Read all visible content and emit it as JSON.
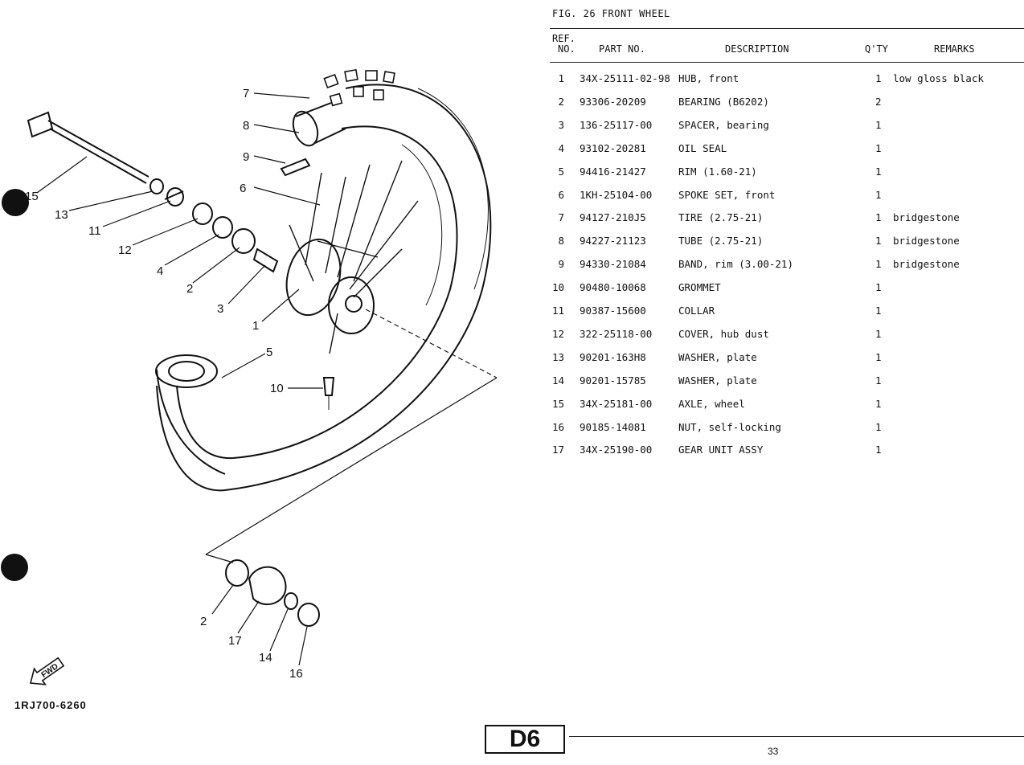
{
  "figure": {
    "title": "FIG. 26  FRONT WHEEL"
  },
  "table": {
    "headers": {
      "ref_line1": "REF.",
      "ref_line2": "NO.",
      "part_no": "PART NO.",
      "description": "DESCRIPTION",
      "qty": "Q'TY",
      "remarks": "REMARKS"
    },
    "rows": [
      {
        "ref": "1",
        "part": "34X-25111-02-98",
        "desc": "HUB, front",
        "qty": "1",
        "remarks": "low gloss black"
      },
      {
        "ref": "2",
        "part": "93306-20209",
        "desc": "BEARING (B6202)",
        "qty": "2",
        "remarks": ""
      },
      {
        "ref": "3",
        "part": "136-25117-00",
        "desc": "SPACER, bearing",
        "qty": "1",
        "remarks": ""
      },
      {
        "ref": "4",
        "part": "93102-20281",
        "desc": "OIL SEAL",
        "qty": "1",
        "remarks": ""
      },
      {
        "ref": "5",
        "part": "94416-21427",
        "desc": "RIM (1.60-21)",
        "qty": "1",
        "remarks": ""
      },
      {
        "ref": "6",
        "part": "1KH-25104-00",
        "desc": "SPOKE SET, front",
        "qty": "1",
        "remarks": ""
      },
      {
        "ref": "7",
        "part": "94127-210J5",
        "desc": "TIRE (2.75-21)",
        "qty": "1",
        "remarks": "bridgestone"
      },
      {
        "ref": "8",
        "part": "94227-21123",
        "desc": "TUBE (2.75-21)",
        "qty": "1",
        "remarks": "bridgestone"
      },
      {
        "ref": "9",
        "part": "94330-21084",
        "desc": "BAND, rim (3.00-21)",
        "qty": "1",
        "remarks": "bridgestone"
      },
      {
        "ref": "10",
        "part": "90480-10068",
        "desc": "GROMMET",
        "qty": "1",
        "remarks": ""
      },
      {
        "ref": "11",
        "part": "90387-15600",
        "desc": "COLLAR",
        "qty": "1",
        "remarks": ""
      },
      {
        "ref": "12",
        "part": "322-25118-00",
        "desc": "COVER, hub dust",
        "qty": "1",
        "remarks": ""
      },
      {
        "ref": "13",
        "part": "90201-163H8",
        "desc": "WASHER, plate",
        "qty": "1",
        "remarks": ""
      },
      {
        "ref": "14",
        "part": "90201-15785",
        "desc": "WASHER, plate",
        "qty": "1",
        "remarks": ""
      },
      {
        "ref": "15",
        "part": "34X-25181-00",
        "desc": "AXLE, wheel",
        "qty": "1",
        "remarks": ""
      },
      {
        "ref": "16",
        "part": "90185-14081",
        "desc": "NUT, self-locking",
        "qty": "1",
        "remarks": ""
      },
      {
        "ref": "17",
        "part": "34X-25190-00",
        "desc": "GEAR UNIT ASSY",
        "qty": "1",
        "remarks": ""
      }
    ]
  },
  "diagram": {
    "callouts": [
      "7",
      "8",
      "9",
      "6",
      "15",
      "13",
      "11",
      "12",
      "4",
      "2",
      "3",
      "1",
      "5",
      "10",
      "2",
      "17",
      "14",
      "16"
    ],
    "fwd_label": "FWD",
    "drawing_code": "1RJ700-6260"
  },
  "footer": {
    "section": "D6",
    "page_number": "33"
  }
}
